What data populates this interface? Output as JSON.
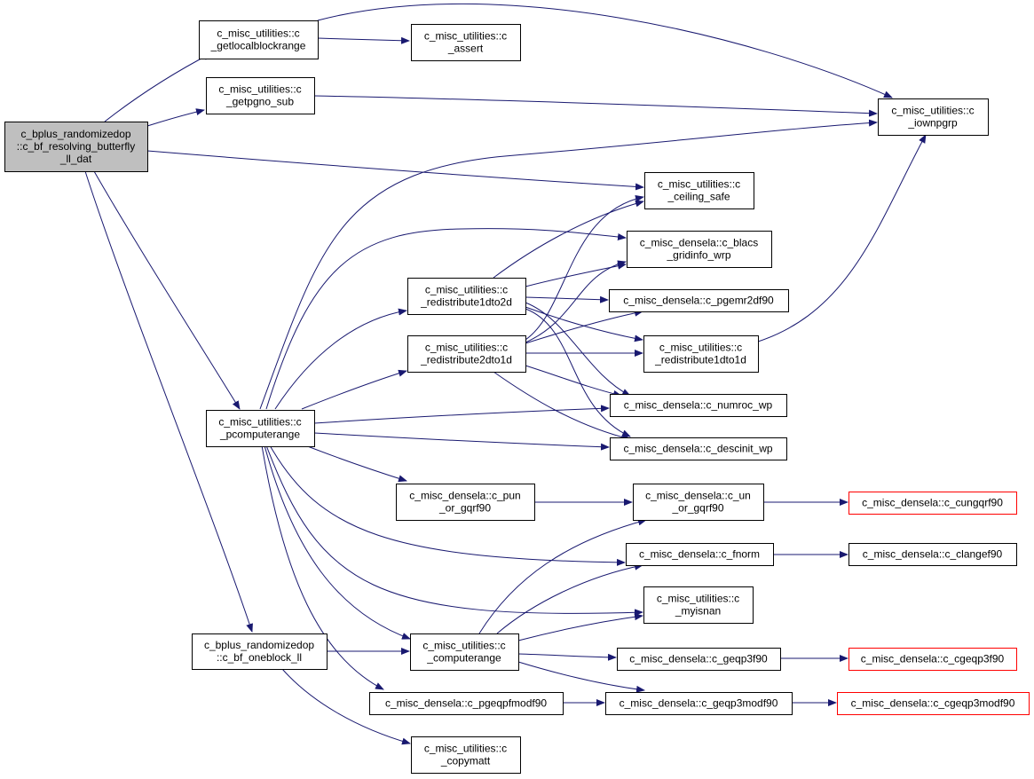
{
  "colors": {
    "edge": "#191970",
    "root_fill": "#bfbfbf",
    "truncated_border": "#ff0000"
  },
  "nodes": {
    "root": {
      "lines": [
        "c_bplus_randomizedop",
        "::c_bf_resolving_butterfly",
        "_ll_dat"
      ]
    },
    "getlocalblockrange": {
      "lines": [
        "c_misc_utilities::c",
        "_getlocalblockrange"
      ]
    },
    "assert": {
      "lines": [
        "c_misc_utilities::c",
        "_assert"
      ]
    },
    "getpgno_sub": {
      "lines": [
        "c_misc_utilities::c",
        "_getpgno_sub"
      ]
    },
    "iownpgrp": {
      "lines": [
        "c_misc_utilities::c",
        "_iownpgrp"
      ]
    },
    "ceiling_safe": {
      "lines": [
        "c_misc_utilities::c",
        "_ceiling_safe"
      ]
    },
    "blacs_gridinfo": {
      "lines": [
        "c_misc_densela::c_blacs",
        "_gridinfo_wrp"
      ]
    },
    "redistribute1dto2d": {
      "lines": [
        "c_misc_utilities::c",
        "_redistribute1dto2d"
      ]
    },
    "pgemr2df90": {
      "lines": [
        "c_misc_densela::c_pgemr2df90"
      ]
    },
    "redistribute2dto1d": {
      "lines": [
        "c_misc_utilities::c",
        "_redistribute2dto1d"
      ]
    },
    "redistribute1dto1d": {
      "lines": [
        "c_misc_utilities::c",
        "_redistribute1dto1d"
      ]
    },
    "pcomputerange": {
      "lines": [
        "c_misc_utilities::c",
        "_pcomputerange"
      ]
    },
    "numroc_wp": {
      "lines": [
        "c_misc_densela::c_numroc_wp"
      ]
    },
    "descinit_wp": {
      "lines": [
        "c_misc_densela::c_descinit_wp"
      ]
    },
    "pun_or_gqrf90": {
      "lines": [
        "c_misc_densela::c_pun",
        "_or_gqrf90"
      ]
    },
    "un_or_gqrf90": {
      "lines": [
        "c_misc_densela::c_un",
        "_or_gqrf90"
      ]
    },
    "cungqrf90": {
      "lines": [
        "c_misc_densela::c_cungqrf90"
      ]
    },
    "fnorm": {
      "lines": [
        "c_misc_densela::c_fnorm"
      ]
    },
    "clangef90": {
      "lines": [
        "c_misc_densela::c_clangef90"
      ]
    },
    "myisnan": {
      "lines": [
        "c_misc_utilities::c",
        "_myisnan"
      ]
    },
    "bf_oneblock_ll": {
      "lines": [
        "c_bplus_randomizedop",
        "::c_bf_oneblock_ll"
      ]
    },
    "computerange": {
      "lines": [
        "c_misc_utilities::c",
        "_computerange"
      ]
    },
    "geqp3f90": {
      "lines": [
        "c_misc_densela::c_geqp3f90"
      ]
    },
    "cgeqp3f90": {
      "lines": [
        "c_misc_densela::c_cgeqp3f90"
      ]
    },
    "pgeqpfmodf90": {
      "lines": [
        "c_misc_densela::c_pgeqpfmodf90"
      ]
    },
    "geqp3modf90": {
      "lines": [
        "c_misc_densela::c_geqp3modf90"
      ]
    },
    "cgeqp3modf90": {
      "lines": [
        "c_misc_densela::c_cgeqp3modf90"
      ]
    },
    "copymatt": {
      "lines": [
        "c_misc_utilities::c",
        "_copymatt"
      ]
    }
  }
}
